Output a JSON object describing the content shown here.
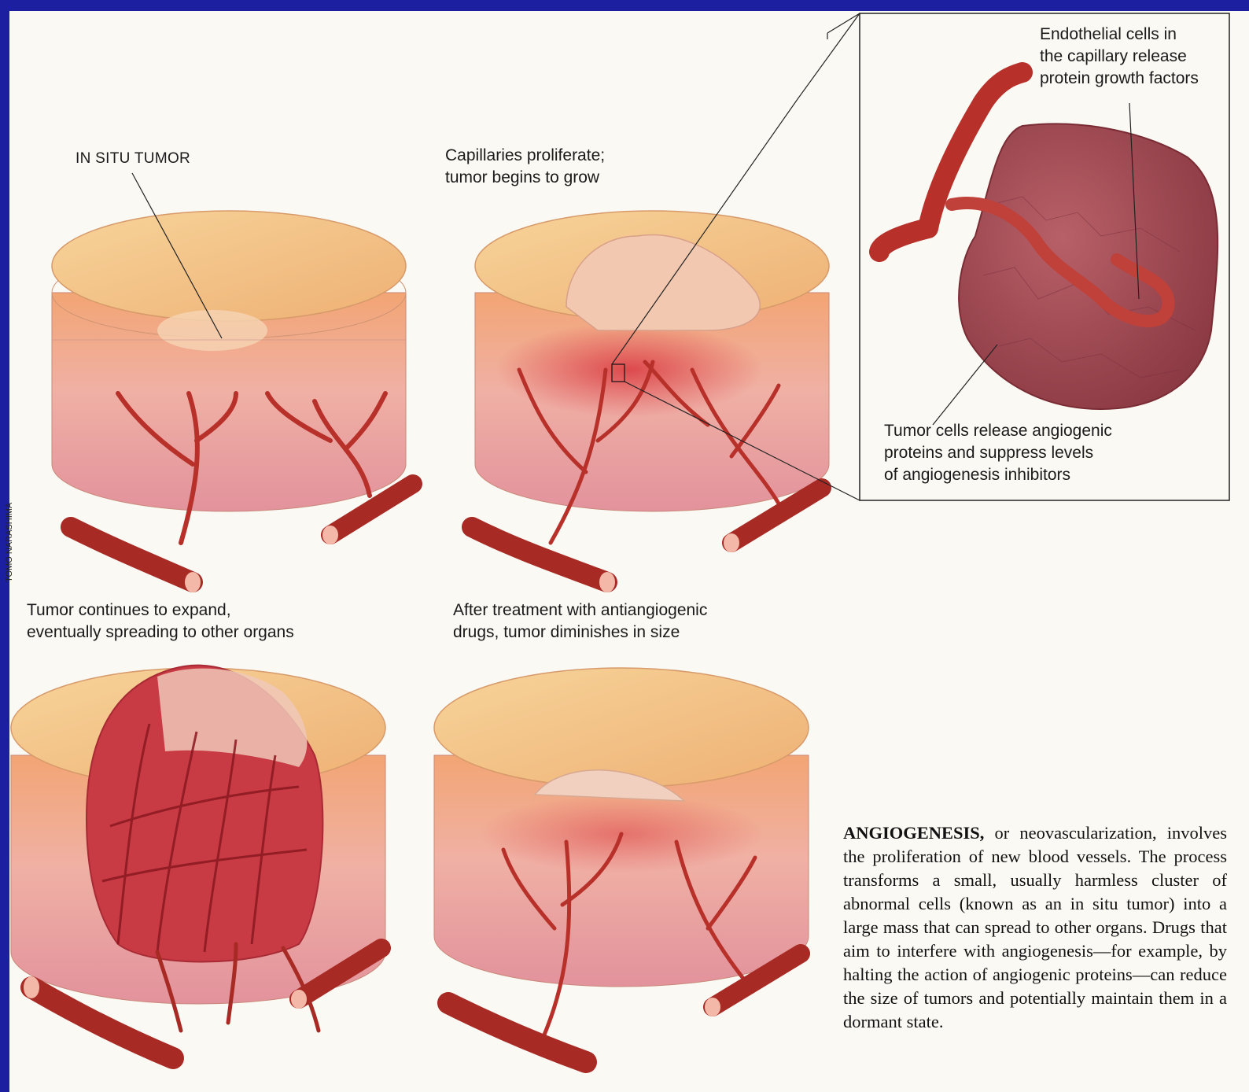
{
  "labels": {
    "in_situ": "IN SITU TUMOR",
    "capillaries": "Capillaries proliferate;\ntumor begins to grow",
    "endothelial": "Endothelial cells in\nthe capillary release\nprotein growth factors",
    "tumor_cells": "Tumor cells release angiogenic\nproteins and suppress levels\nof angiogenesis inhibitors",
    "expand": "Tumor continues to expand,\neventually spreading to other organs",
    "treatment": "After treatment with antiangiogenic\ndrugs, tumor diminishes in size",
    "credit": "TOMO NARASHIMA"
  },
  "caption": {
    "lead": "ANGIOGENESIS,",
    "body": " or neovascularization, involves the proliferation of new blood vessels. The process transforms a small, usually harmless cluster of abnormal cells (known as an in situ tumor) into a large mass that can spread to other organs. Drugs that aim to interfere with angiogenesis—for example, by halting the action of angiogenic proteins—can reduce the size of tumors and potentially maintain them in a dormant state."
  },
  "colors": {
    "background": "#1b1fa0",
    "skin_top": "#f0c07a",
    "tissue": "#e8a0a0",
    "vessel": "#b8302a",
    "tumor_mass": "#a8505a"
  }
}
